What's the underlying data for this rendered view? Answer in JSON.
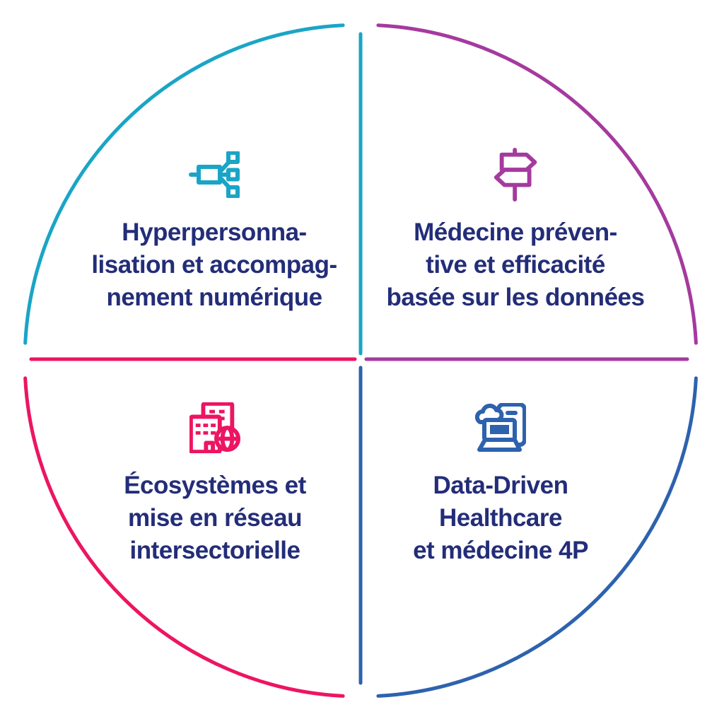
{
  "colors": {
    "teal": "#1aa5c6",
    "purple": "#a53a9e",
    "pink": "#ec1561",
    "blue": "#2d62ae",
    "navy": "#232d78",
    "background": "#ffffff"
  },
  "diagram": {
    "type": "circular-quadrant-infographic",
    "quadrants": [
      {
        "position": "top-left",
        "icon": "network-split-icon",
        "color": "#1aa5c6",
        "lines": [
          "Hyperpersonna-",
          "lisation et accompag-",
          "nement numérique"
        ]
      },
      {
        "position": "top-right",
        "icon": "signpost-icon",
        "color": "#a53a9e",
        "lines": [
          "Médecine préven-",
          "tive et efficacité",
          "basée sur les données"
        ]
      },
      {
        "position": "bottom-left",
        "icon": "buildings-globe-icon",
        "color": "#ec1561",
        "lines": [
          "Écosystèmes et",
          "mise en réseau",
          "intersectorielle"
        ]
      },
      {
        "position": "bottom-right",
        "icon": "laptop-cloud-icon",
        "color": "#2d62ae",
        "lines": [
          "Data-Driven",
          "Healthcare",
          "et médecine 4P"
        ]
      }
    ]
  }
}
